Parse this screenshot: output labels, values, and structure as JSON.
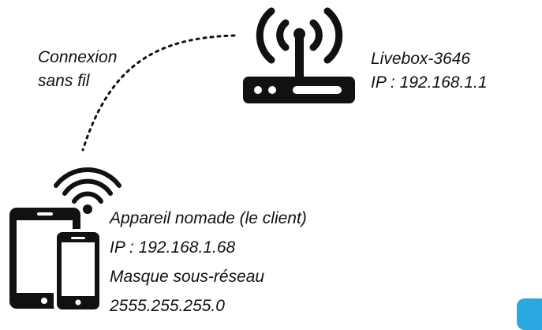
{
  "connection": {
    "line1": "Connexion",
    "line2": "sans fil"
  },
  "router": {
    "name": "Livebox-3646",
    "ip": "IP : 192.168.1.1",
    "icon": "router-icon"
  },
  "client": {
    "title": "Appareil nomade (le client)",
    "ip": "IP : 192.168.1.68",
    "mask_label": "Masque sous-réseau",
    "mask": "2555.255.255.0",
    "icons": [
      "wifi-icon",
      "tablet-icon",
      "phone-icon"
    ]
  },
  "colors": {
    "ink": "#111111",
    "corner_badge": "#29a8e0"
  }
}
